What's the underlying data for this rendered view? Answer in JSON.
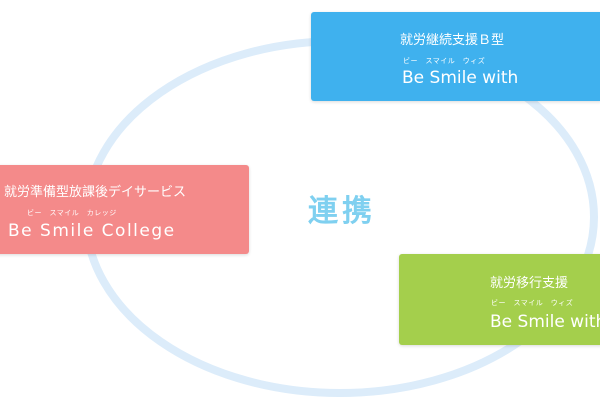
{
  "colors": {
    "ring": "#dcecfa",
    "blue": "#3fb1ee",
    "pink": "#f48a8a",
    "green": "#a4cf4c",
    "center": "#7fd0f0"
  },
  "center_label": "連携",
  "boxes": {
    "blue": {
      "title": "就労継続支援Ｂ型",
      "ruby": "ビー　スマイル　ウィズ",
      "name": "Be Smile  with"
    },
    "pink": {
      "title": "就労準備型放課後デイサービス",
      "ruby": "ビー　スマイル　カレッジ",
      "name": "Be Smile College"
    },
    "green": {
      "title": "就労移行支援",
      "ruby": "ビー　スマイル　ウィズ",
      "name": "Be Smile with"
    }
  }
}
